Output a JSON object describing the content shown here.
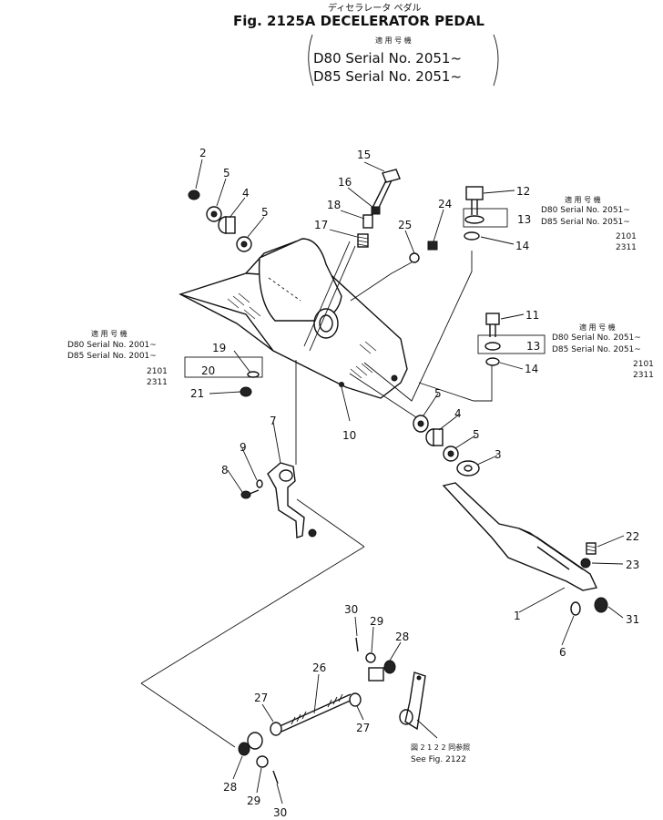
{
  "header": {
    "japanese_title": "ディセラレータ ペダル",
    "title": "Fig. 2125A DECELERATOR PEDAL",
    "applicable_jp": "適 用 号 機",
    "serial_d80": "D80 Serial No. 2051~",
    "serial_d85": "D85 Serial No. 2051~"
  },
  "callouts": {
    "c1": "1",
    "c2": "2",
    "c3": "3",
    "c4a": "4",
    "c4b": "4",
    "c5a": "5",
    "c5b": "5",
    "c5c": "5",
    "c5d": "5",
    "c6": "6",
    "c7": "7",
    "c8": "8",
    "c9": "9",
    "c10": "10",
    "c11": "11",
    "c12": "12",
    "c13a": "13",
    "c13b": "13",
    "c14a": "14",
    "c14b": "14",
    "c15": "15",
    "c16": "16",
    "c17": "17",
    "c18": "18",
    "c19": "19",
    "c20": "20",
    "c21": "21",
    "c22": "22",
    "c23": "23",
    "c24": "24",
    "c25": "25",
    "c26": "26",
    "c27a": "27",
    "c27b": "27",
    "c28a": "28",
    "c28b": "28",
    "c29a": "29",
    "c29b": "29",
    "c30a": "30",
    "c30b": "30",
    "c31": "31"
  },
  "serial_notes": {
    "upper_right": {
      "jp": "適 用 号 機",
      "d80": "D80 Serial No. 2051~",
      "d85": "D85 Serial No. 2051~",
      "range1": "2101",
      "range2": "2311"
    },
    "mid_right": {
      "jp": "適 用 号 機",
      "d80": "D80 Serial No. 2051~",
      "d85": "D85 Serial No. 2051~",
      "range1": "2101",
      "range2": "2311"
    },
    "left": {
      "jp": "適 用 号 機",
      "d80": "D80 Serial No. 2001~",
      "d85": "D85 Serial No. 2001~",
      "range1": "2101",
      "range2": "2311"
    }
  },
  "see_fig": {
    "jp": "図 2 1 2 2 同参照",
    "en": "See Fig. 2122"
  }
}
